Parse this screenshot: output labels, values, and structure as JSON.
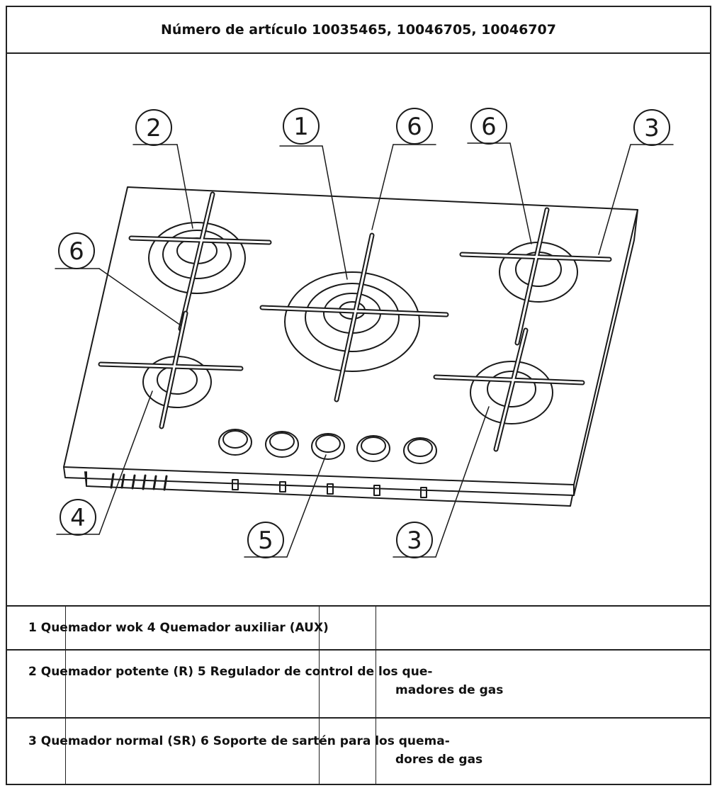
{
  "header": {
    "title": "Número de artículo 10035465, 10046705, 10046707"
  },
  "diagram": {
    "callouts": [
      "2",
      "1",
      "6",
      "6",
      "3",
      "6",
      "4",
      "5",
      "3"
    ]
  },
  "legend": {
    "rows": [
      {
        "line1": "1 Quemador wok 4 Quemador auxiliar (AUX)",
        "line2": ""
      },
      {
        "line1": "2 Quemador potente (R) 5 Regulador de control de los que-",
        "line2": "madores de gas"
      },
      {
        "line1": "3 Quemador normal (SR) 6 Soporte de sartén para los quema-",
        "line2": "dores de gas"
      }
    ]
  }
}
